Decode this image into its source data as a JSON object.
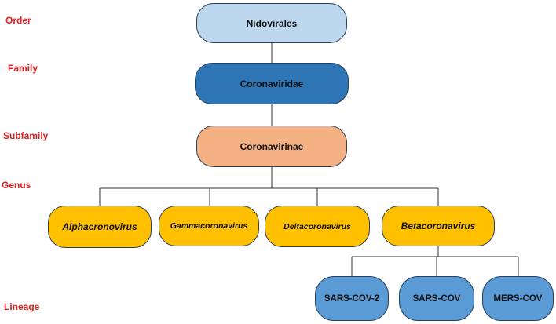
{
  "ranks": {
    "order": "Order",
    "family": "Family",
    "subfamily": "Subfamily",
    "genus": "Genus",
    "lineage": "Lineage"
  },
  "nodes": {
    "order": "Nidovirales",
    "family": "Coronaviridae",
    "subfamily": "Coronavirinae",
    "genera": [
      "Alphacronovirus",
      "Gammacoronavirus",
      "Deltacoronavirus",
      "Betacoronavirus"
    ],
    "lineages": [
      "SARS-COV-2",
      "SARS-COV",
      "MERS-COV"
    ]
  },
  "colors": {
    "rank_text": "#e02020",
    "order_fill": "#bdd7ee",
    "family_fill": "#2e75b6",
    "subfamily_fill": "#f4b183",
    "genus_fill": "#ffc000",
    "lineage_fill": "#5b9bd5"
  }
}
